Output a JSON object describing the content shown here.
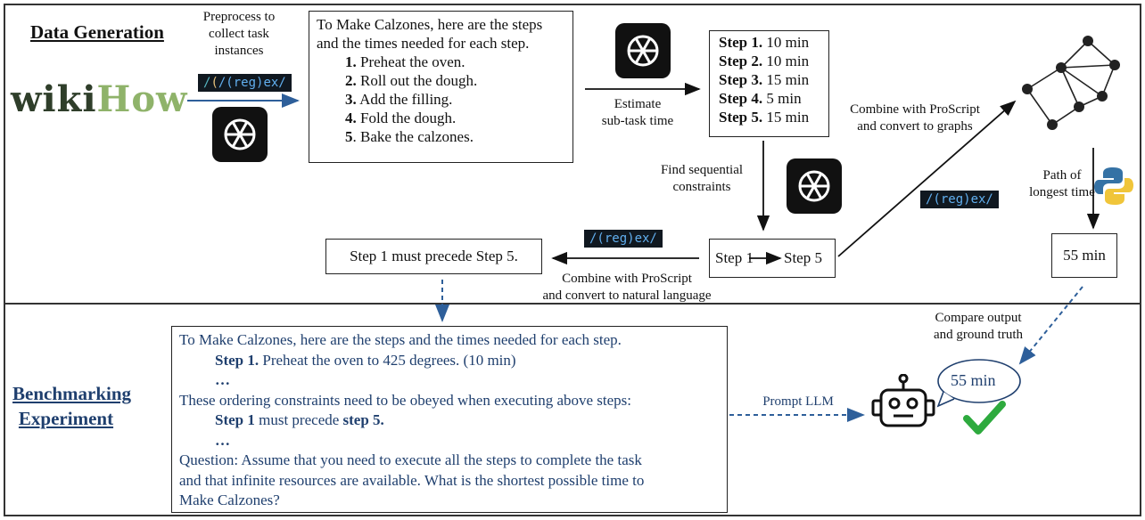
{
  "data_generation": {
    "title": "Data Generation",
    "wikihow": {
      "part1": "wiki",
      "part2": "How"
    },
    "preprocess_label": [
      "Preprocess to",
      "collect task",
      "instances"
    ],
    "regex_text": "/(reg)ex/",
    "recipe": {
      "intro": [
        "To Make Calzones, here are the steps",
        "and the times needed for each step."
      ],
      "steps": [
        {
          "num": "1.",
          "text": "Preheat the oven."
        },
        {
          "num": "2.",
          "text": "Roll out the dough."
        },
        {
          "num": "3.",
          "text": "Add the filling."
        },
        {
          "num": "4.",
          "text": "Fold the dough."
        },
        {
          "num": "5",
          "text": ". Bake the calzones."
        }
      ]
    },
    "estimate_label": [
      "Estimate",
      "sub-task time"
    ],
    "step_times": [
      {
        "step": "Step 1.",
        "time": "10 min"
      },
      {
        "step": "Step 2.",
        "time": "10 min"
      },
      {
        "step": "Step 3.",
        "time": "15 min"
      },
      {
        "step": "Step 4.",
        "time": "5 min"
      },
      {
        "step": "Step 5.",
        "time": "15 min"
      }
    ],
    "combine_graph_label": [
      "Combine with ProScript",
      "and convert to graphs"
    ],
    "find_constraints_label": [
      "Find sequential",
      "constraints"
    ],
    "constraint_box": {
      "left": "Step 1",
      "right": "Step 5"
    },
    "path_label": [
      "Path of",
      "longest time"
    ],
    "result": "55 min",
    "combine_nl_label": [
      "Combine with ProScript",
      "and convert to natural language"
    ],
    "nl_constraint": "Step 1 must precede Step 5."
  },
  "benchmark": {
    "title": [
      "Benchmarking",
      "Experiment"
    ],
    "prompt_lines": {
      "intro": "To Make Calzones, here are the steps and the times  needed for each step.",
      "step_bold": "Step 1.",
      "step_rest": " Preheat the oven to 425 degrees. (10 min)",
      "ellipsis1": "…",
      "constraints_intro": "These ordering constraints need to be obeyed when executing above steps:",
      "c_bold1": "Step 1",
      "c_mid": " must precede ",
      "c_bold2": "step 5.",
      "ellipsis2": "…",
      "question": [
        "Question: Assume that you need to execute all the steps to complete the task",
        "and that infinite resources are available. What is the shortest possible time to",
        "Make Calzones?"
      ]
    },
    "prompt_llm_label": "Prompt LLM",
    "compare_label": [
      "Compare output",
      "and ground truth"
    ],
    "bubble": "55 min"
  }
}
